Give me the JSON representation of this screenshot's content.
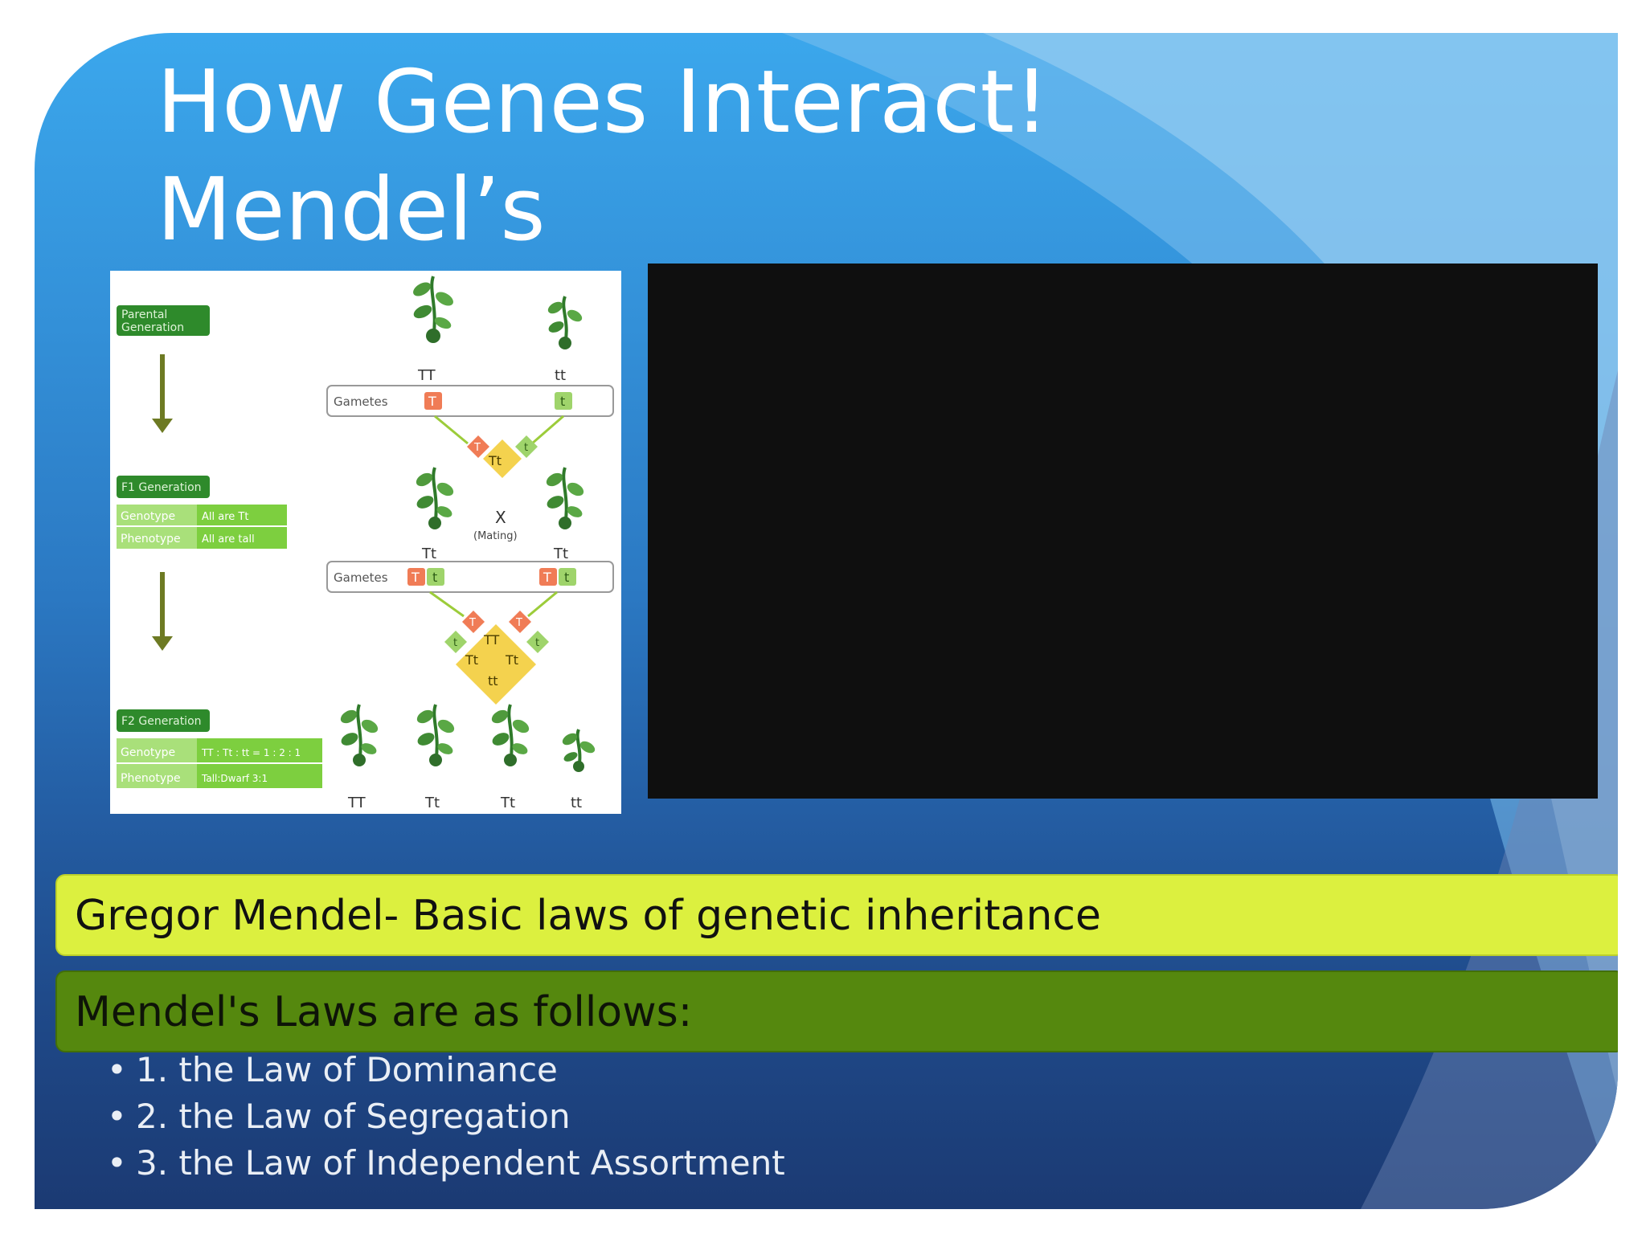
{
  "slide": {
    "title": "How Genes Interact! Mendel’s\nLittle Peas",
    "colors": {
      "yellow_bar": "#dcf03f",
      "green_bar": "#55880e",
      "video_bg": "#0f0f0f"
    }
  },
  "diagram": {
    "parental_label": "Parental Generation",
    "parental_label_line1": "Parental",
    "parental_label_line2": "Generation",
    "f1_label": "F1 Generation",
    "f2_label": "F2 Generation",
    "genotype_label": "Genotype",
    "phenotype_label": "Phenotype",
    "f1_genotype": "All are Tt",
    "f1_phenotype": "All are tall",
    "f2_genotype": "TT : Tt : tt = 1 : 2 : 1",
    "f2_phenotype": "Tall:Dwarf 3:1",
    "gametes_label": "Gametes",
    "parent_left": "TT",
    "parent_right": "tt",
    "allele_T": "T",
    "allele_t": "t",
    "f1_cross": "Tt",
    "mating_x": "X",
    "mating_label": "(Mating)",
    "f1_left": "Tt",
    "f1_right": "Tt",
    "punnett_TT": "TT",
    "punnett_Tt": "Tt",
    "punnett_tt": "tt",
    "f2_plants": [
      "TT",
      "Tt",
      "Tt",
      "tt"
    ]
  },
  "bars": {
    "heading": "Gregor Mendel- Basic laws of genetic inheritance",
    "laws_heading": "Mendel's Laws are as follows:"
  },
  "laws": [
    "1. the Law of Dominance",
    "2. the Law of Segregation",
    "3. the Law of Independent Assortment"
  ],
  "bullet_char": "•"
}
